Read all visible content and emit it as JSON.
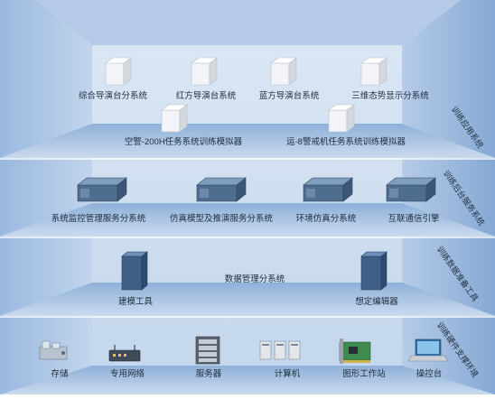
{
  "layers": [
    {
      "id": "app",
      "side_label": "训练应用系统",
      "nodes": [
        {
          "label": "综合导演台分系统",
          "icon": "white-cube-icon"
        },
        {
          "label": "红方导演台系统",
          "icon": "white-cube-icon"
        },
        {
          "label": "蓝方导演台系统",
          "icon": "white-cube-icon"
        },
        {
          "label": "三维态势显示分系统",
          "icon": "white-cube-icon"
        },
        {
          "label": "空警-200H任务系统训练模拟器",
          "icon": "white-cube-icon"
        },
        {
          "label": "运-8警戒机任务系统训练模拟器",
          "icon": "white-cube-icon"
        }
      ]
    },
    {
      "id": "backend",
      "side_label": "训练后台服务系统",
      "nodes": [
        {
          "label": "系统监控管理服务分系统",
          "icon": "rack-server-icon"
        },
        {
          "label": "仿真模型及推演服务分系统",
          "icon": "rack-server-icon"
        },
        {
          "label": "环境仿真分系统",
          "icon": "rack-server-icon"
        },
        {
          "label": "互联通信引擎",
          "icon": "rack-server-icon"
        }
      ]
    },
    {
      "id": "data",
      "side_label": "训练数据准备工具",
      "center_label": "数据管理分系统",
      "nodes": [
        {
          "label": "建模工具",
          "icon": "tower-server-icon"
        },
        {
          "label": "想定编辑器",
          "icon": "tower-server-icon"
        }
      ]
    },
    {
      "id": "hardware",
      "side_label": "训练硬件支撑环境",
      "nodes": [
        {
          "label": "存储",
          "icon": "storage-icon"
        },
        {
          "label": "专用网络",
          "icon": "router-icon"
        },
        {
          "label": "服务器",
          "icon": "server-icon"
        },
        {
          "label": "计算机",
          "icon": "computer-icon"
        },
        {
          "label": "图形工作站",
          "icon": "graphics-card-icon"
        },
        {
          "label": "操控台",
          "icon": "laptop-icon"
        }
      ]
    }
  ],
  "colors": {
    "panel_back": "#cddcef",
    "panel_top": "#a9c3e3",
    "panel_side": "#8faed6",
    "ceiling": "#b4cae6",
    "label": "#1f2d3d"
  }
}
